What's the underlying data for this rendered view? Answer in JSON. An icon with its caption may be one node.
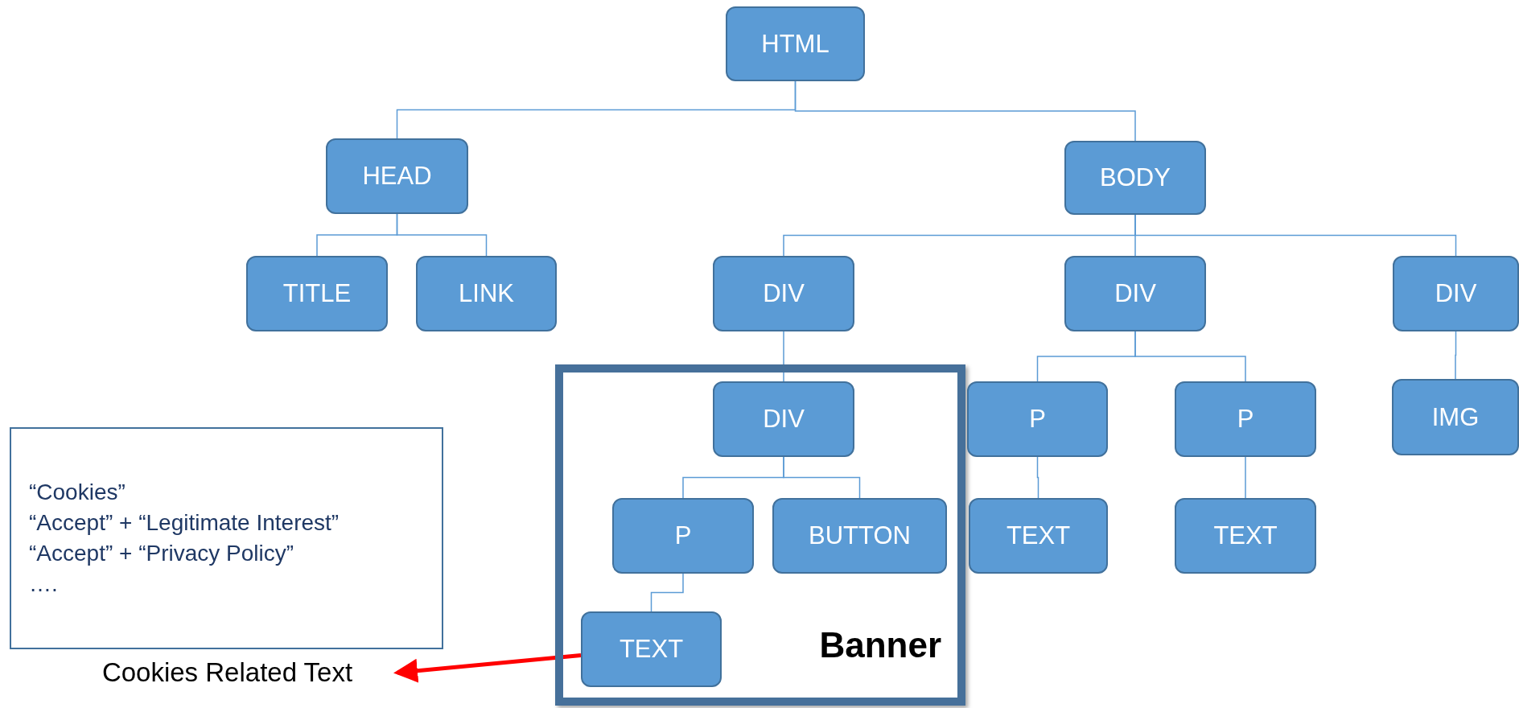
{
  "diagram": {
    "nodes": [
      {
        "text": [
          "HTML"
        ]
      },
      {
        "text": [
          "HEAD"
        ]
      },
      {
        "text": [
          "BODY"
        ]
      },
      {
        "text": [
          "TITLE"
        ]
      },
      {
        "text": [
          "LINK"
        ]
      },
      {
        "text": [
          "DIV"
        ]
      },
      {
        "text": [
          "DIV"
        ]
      },
      {
        "text": [
          "DIV"
        ]
      },
      {
        "text": [
          "Banner"
        ]
      },
      {
        "text": [
          "DIV"
        ],
        "in": 8
      },
      {
        "text": [
          "P"
        ],
        "in": 8
      },
      {
        "text": [
          "BUTTON"
        ],
        "in": 8
      },
      {
        "text": [
          "TEXT"
        ],
        "in": 8
      },
      {
        "text": [
          "P"
        ]
      },
      {
        "text": [
          "P"
        ]
      },
      {
        "text": [
          "IMG"
        ]
      },
      {
        "text": [
          "TEXT"
        ]
      },
      {
        "text": [
          "TEXT"
        ]
      },
      {
        "text": [
          "“Cookies”",
          "“Accept” + “Legitimate Interest”",
          "“Accept” + “Privacy Policy”",
          "…."
        ]
      },
      {
        "text": [
          "Cookies Related Text"
        ]
      }
    ],
    "edges": [
      {
        "from": 0,
        "to": 1,
        "arrow": "none"
      },
      {
        "from": 0,
        "to": 2,
        "arrow": "none"
      },
      {
        "from": 1,
        "to": 3,
        "arrow": "none"
      },
      {
        "from": 1,
        "to": 4,
        "arrow": "none"
      },
      {
        "from": 2,
        "to": 5,
        "arrow": "none"
      },
      {
        "from": 2,
        "to": 6,
        "arrow": "none"
      },
      {
        "from": 2,
        "to": 7,
        "arrow": "none"
      },
      {
        "from": 5,
        "to": 9,
        "arrow": "none"
      },
      {
        "from": 9,
        "to": 10,
        "arrow": "none"
      },
      {
        "from": 9,
        "to": 11,
        "arrow": "none"
      },
      {
        "from": 10,
        "to": 12,
        "arrow": "none"
      },
      {
        "from": 6,
        "to": 13,
        "arrow": "none"
      },
      {
        "from": 6,
        "to": 14,
        "arrow": "none"
      },
      {
        "from": 7,
        "to": 15,
        "arrow": "none"
      },
      {
        "from": 13,
        "to": 16,
        "arrow": "none"
      },
      {
        "from": 14,
        "to": 17,
        "arrow": "none"
      },
      {
        "from": 12,
        "to": 19,
        "arrow": "to",
        "style": "thick",
        "color": "#ff0000"
      }
    ]
  }
}
